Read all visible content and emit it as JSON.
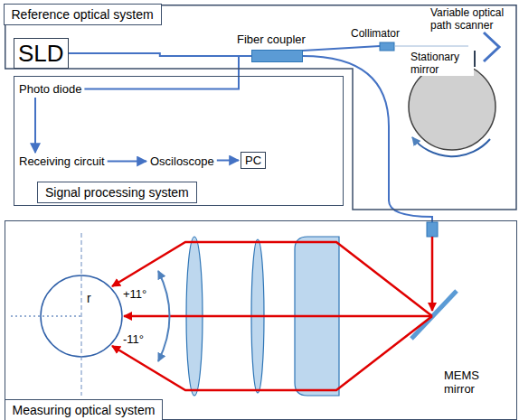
{
  "diagram": {
    "nodes": [
      {
        "text": [
          "Reference optical system"
        ]
      },
      {
        "text": [
          "SLD"
        ],
        "in": 0
      },
      {
        "text": [
          "Fiber coupler"
        ],
        "in": 0
      },
      {
        "text": [
          "Signal processing system"
        ]
      },
      {
        "text": [
          "Photo diode"
        ],
        "in": 3
      },
      {
        "text": [
          "Receiving circuit"
        ],
        "in": 3
      },
      {
        "text": [
          "Osciloscope"
        ],
        "in": 3
      },
      {
        "text": [
          "PC"
        ],
        "in": 3
      },
      {
        "text": [
          "Measuring optical system"
        ]
      },
      {
        "text": [
          "MEMS mirror"
        ],
        "in": 8
      }
    ],
    "edges": [
      {
        "from": 1,
        "to": 2,
        "arrow": "none"
      },
      {
        "from": 2,
        "to": 4,
        "arrow": "none"
      },
      {
        "from": 4,
        "to": 5,
        "arrow": "to"
      },
      {
        "from": 5,
        "to": 6,
        "arrow": "to"
      },
      {
        "from": 6,
        "to": 7,
        "arrow": "to"
      }
    ],
    "labels": [
      "Collimator",
      "Variable optical path scanner",
      "Stationary mirror",
      "r",
      "+11°",
      "-11°"
    ]
  }
}
